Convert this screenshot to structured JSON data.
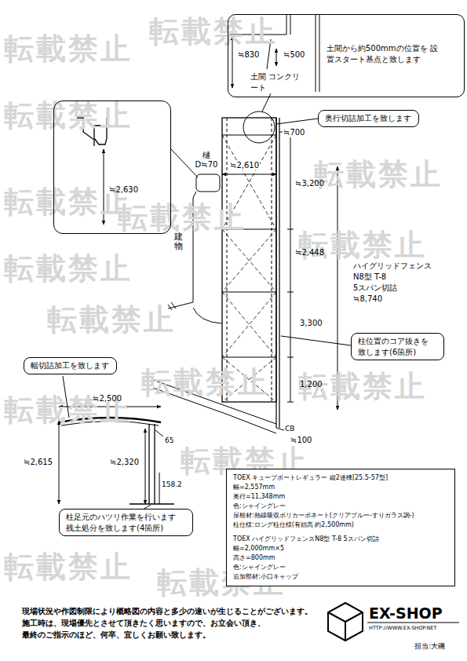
{
  "diagram": {
    "nodes": [
      {
        "text": [
          "≒830",
          "≒500",
          "土間から約500mmの位置を 設置スタート基点と致します",
          "土間 コンクリート"
        ]
      },
      {
        "text": [
          "≒2,630"
        ]
      },
      {
        "text": [
          "奥行切詰加工を致します"
        ]
      },
      {
        "text": [
          "柱位置のコア抜きを 致します(6箇所)"
        ]
      },
      {
        "text": [
          "幅切詰加工を致します"
        ]
      },
      {
        "text": [
          "柱足元のハツリ作業を行います 残土処分を致します(4箇所)"
        ]
      },
      {
        "text": [
          "TOEX キューブポートレギュラー 縦2連棟[25.5-57型]",
          "幅=2,557mm",
          "奥行=11,348mm",
          "色:シャイングレー",
          "屋根材:熱線吸収ポリカーボネート(クリアブルー-すりガラス調-)",
          "柱仕様:ロング柱仕様(有効高 約2,500mm)",
          "TOEX ハイグリッドフェンスN8型 T-8 5スパン切詰",
          "幅=2,000mm×5",
          "高さ=800mm",
          "色:シャイングレー",
          "追加部材:小口キャップ"
        ]
      }
    ],
    "labels": [
      "≒700",
      "樋 D≒70",
      "≒2,610",
      "建 物",
      "≒3,200",
      "≒2,448",
      "3,300",
      "1,200",
      "ハイグリッドフェンス",
      "N8型 T-8",
      "5スパン切詰",
      "≒8,740",
      "CB",
      "≒100",
      "≒2,500",
      "65",
      "≒2,615",
      "≒2,320",
      "158.2",
      "現場状況や作図制限により概略図の内容と多少の違いが生じることがございます。",
      "施工時は、現場優先とさせて頂きたく思いますので、お立会い頂き、",
      "最終のご指示のほど、何卒、宜しくお願い致します。",
      "EX-SHOP",
      "HTTP://WWW.EX-SHOP.NET",
      "担当:大磯",
      "転載禁止",
      "転載禁止",
      "転載禁止",
      "転載禁止",
      "転載禁止",
      "転載禁止",
      "転載禁止",
      "転載禁止",
      "転載禁止",
      "転載禁止",
      "転載禁止",
      "転載禁止",
      "転載禁止",
      "転載禁止",
      "転載禁止",
      "転載禁止"
    ]
  }
}
